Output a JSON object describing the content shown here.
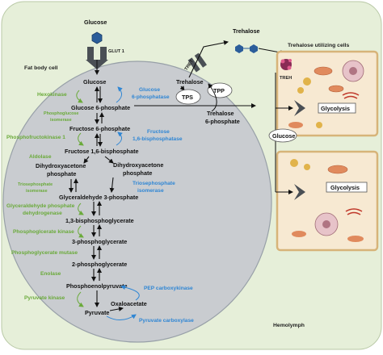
{
  "labels": {
    "glucose_top": "Glucose",
    "glut1": "GLUT 1",
    "fat_body_cell": "Fat body cell",
    "hemolymph": "Hemolymph",
    "trehalose_utilizing_cells": "Trehalose utilizing cells",
    "tret": "TRET",
    "treh": "TREH",
    "trehalose_out": "Trehalose",
    "glucose_side": "Glucose",
    "glycolysis_1": "Glycolysis",
    "glycolysis_2": "Glycolysis"
  },
  "metabolites": {
    "glucose": "Glucose",
    "g6p": "Glucose 6-phosphate",
    "f6p": "Fructose 6-phosphate",
    "f16bp": "Fructose 1,6-bisphosphate",
    "dhap_1": "Dihydroxyacetone",
    "dhap_2": "phosphate",
    "dhap_r1": "Dihydroxyacetone",
    "dhap_r2": "phosphate",
    "g3p": "Glyceraldehyde 3-phosphate",
    "bpg13": "1,3-bisphosphoglycerate",
    "pg3": "3-phosphoglycerate",
    "pg2": "2-phosphoglycerate",
    "pep": "Phosphoenolpyruvate",
    "pyruvate": "Pyruvate",
    "oxaloacetate": "Oxaloacetate",
    "trehalose_in": "Trehalose",
    "t6p_1": "Trehalose",
    "t6p_2": "6-phosphate"
  },
  "enzymes_green": {
    "hexokinase": "Hexokinase",
    "pgi_1": "Phosphoglucose",
    "pgi_2": "isomerase",
    "pfk": "Phosphofructokinase 1",
    "aldolase": "Aldolase",
    "tpi_1": "Triosephosphate",
    "tpi_2": "isomerase",
    "gapdh_1": "Glyceraldehyde phosphate",
    "gapdh_2": "dehydrogenase",
    "pgk": "Phosphoglcerate kinase",
    "pgm": "Phosphoglycerate mutase",
    "enolase": "Enolase",
    "pk": "Pyruvate kinase"
  },
  "enzymes_blue": {
    "g6pase_1": "Glucose",
    "g6pase_2": "6-phosphatase",
    "fbpase_1": "Fructose",
    "fbpase_2": "1,6-bisphosphatase",
    "tpi_blue_1": "Triosephosphate",
    "tpi_blue_2": "isomerase",
    "pepck": "PEP carboxykinase",
    "pc": "Pyruvate carboxylase"
  },
  "enzymes_box": {
    "tps": "TPS",
    "tpp": "TPP"
  },
  "colors": {
    "hemolymph_bg": "#e6efd9",
    "cell_fill": "#c9ccd0",
    "enzyme_green": "#6aaa3a",
    "enzyme_blue": "#2f86d4",
    "util_cell_fill": "#f7e9d2",
    "util_cell_border": "#d7b479"
  },
  "icons": [
    "hexagon-glucose-icon",
    "glut-transporter-icon",
    "trehalose-molecule-icon",
    "tret-transporter-icon",
    "treh-enzyme-icon",
    "mitochondria-icon",
    "nucleus-icon",
    "golgi-icon",
    "lipid-droplet-icon",
    "chevron-arrow-icon"
  ]
}
